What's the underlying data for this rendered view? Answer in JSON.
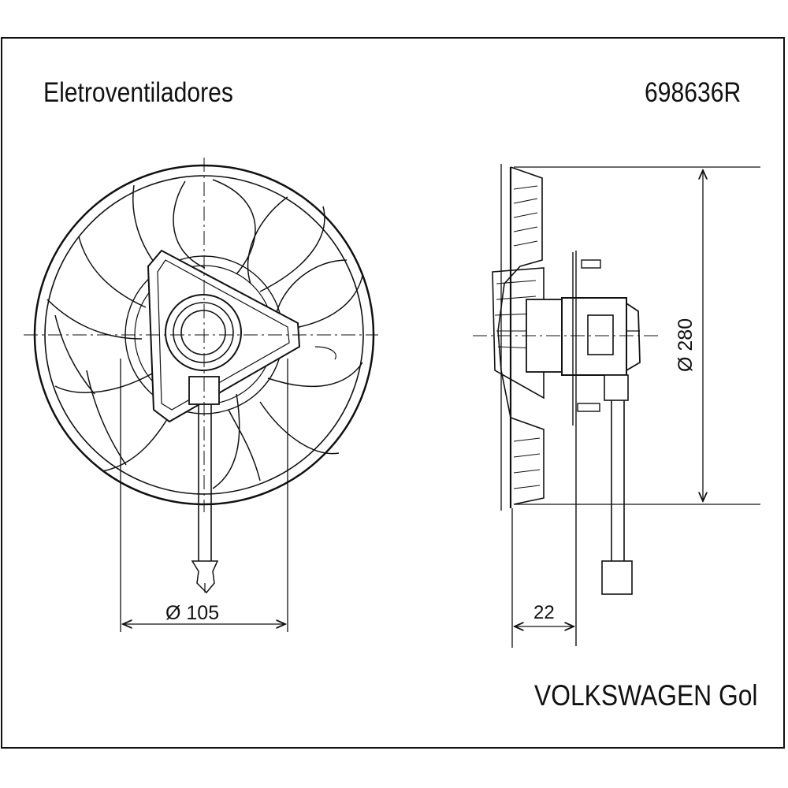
{
  "header": {
    "title": "Eletroventiladores",
    "part_number": "698636R"
  },
  "footer": {
    "application": "VOLKSWAGEN Gol"
  },
  "dimensions": {
    "hub_diameter": "Ø 105",
    "fan_diameter": "Ø 280",
    "depth": "22"
  },
  "colors": {
    "line": "#111111",
    "background": "#ffffff"
  }
}
